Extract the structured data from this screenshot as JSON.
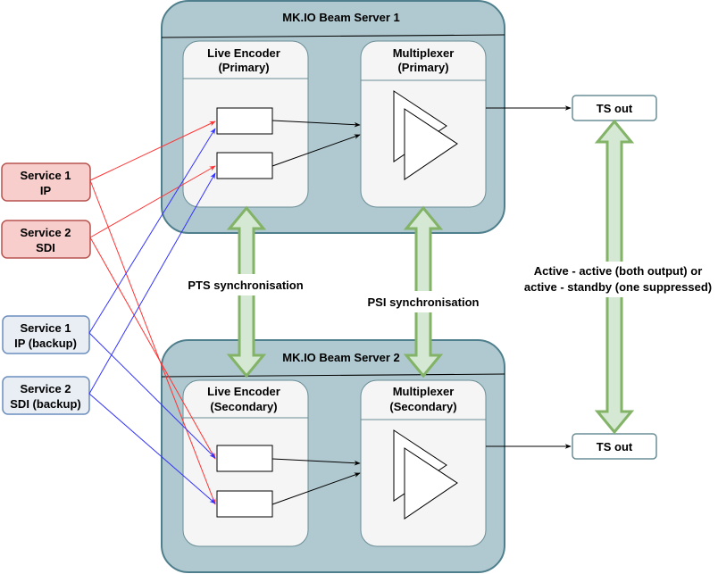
{
  "colors": {
    "server_fill": "#b0c9d0",
    "server_stroke": "#4f7f8c",
    "inner_fill": "#f5f5f5",
    "inner_stroke": "#6a8d96",
    "ip_fill": "#f8cecc",
    "ip_stroke": "#b85450",
    "backup_fill": "#dae8fc",
    "backup_stroke": "#6c8ebf",
    "red_line": "#ff3333",
    "blue_line": "#3333ff",
    "green_fill": "#d5e8d4",
    "green_stroke": "#82b366"
  },
  "servers": {
    "server1": {
      "title": "MK.IO Beam Server 1"
    },
    "server2": {
      "title": "MK.IO Beam Server 2"
    }
  },
  "encoders": {
    "primary": {
      "line1": "Live Encoder",
      "line2": "(Primary)"
    },
    "secondary": {
      "line1": "Live Encoder",
      "line2": "(Secondary)"
    }
  },
  "multiplexers": {
    "primary": {
      "line1": "Multiplexer",
      "line2": "(Primary)"
    },
    "secondary": {
      "line1": "Multiplexer",
      "line2": "(Secondary)"
    }
  },
  "services": [
    {
      "line1": "Service 1",
      "line2": "IP"
    },
    {
      "line1": "Service 2",
      "line2": "SDI"
    },
    {
      "line1": "Service 1",
      "line2": "IP (backup)"
    },
    {
      "line1": "Service 2",
      "line2": "SDI (backup)"
    }
  ],
  "outputs": {
    "ts_out_1": "TS out",
    "ts_out_2": "TS out"
  },
  "labels": {
    "pts_sync": "PTS synchronisation",
    "psi_sync": "PSI synchronisation",
    "mode_line1": "Active - active (both output) or",
    "mode_line2": "active - standby (one suppressed)"
  }
}
